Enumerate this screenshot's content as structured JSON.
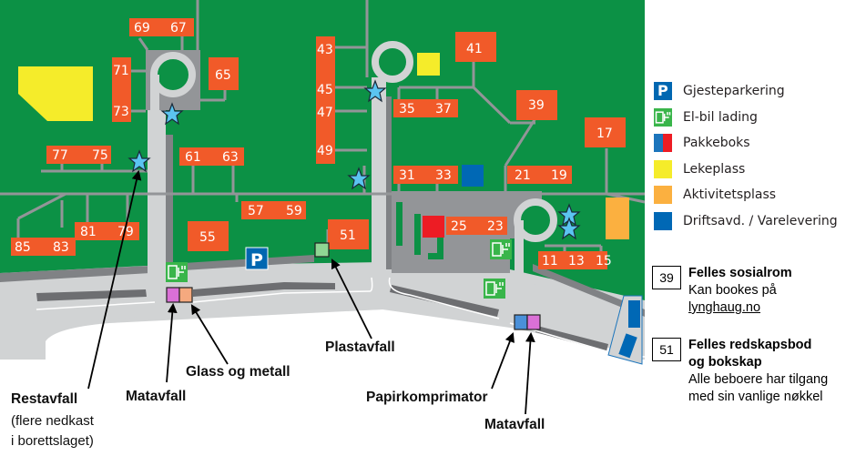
{
  "colors": {
    "grass": "#0c9145",
    "building": "#f15a29",
    "path": "#939598",
    "road_light": "#d1d3d4",
    "road_dark": "#808285",
    "playground": "#f5ec2a",
    "activity": "#fbb040",
    "service": "#0068b5",
    "parcel_blue": "#1c75bc",
    "parcel_red": "#ed1c24",
    "parking": "#0067b1",
    "charging": "#39b54a",
    "star": "#5bc4f1",
    "food_waste": "#da70d6",
    "glass_metal": "#f5a97f",
    "plastic": "#8fd694",
    "paper": "#4a90d9"
  },
  "buildings": [
    {
      "id": "69-67",
      "labels": [
        "69",
        "67"
      ]
    },
    {
      "id": "71-73",
      "labels": [
        "71",
        "73"
      ]
    },
    {
      "id": "65",
      "labels": [
        "65"
      ]
    },
    {
      "id": "77-75",
      "labels": [
        "77",
        "75"
      ]
    },
    {
      "id": "61-63",
      "labels": [
        "61",
        "63"
      ]
    },
    {
      "id": "81-79",
      "labels": [
        "81",
        "79"
      ]
    },
    {
      "id": "85-83",
      "labels": [
        "85",
        "83"
      ]
    },
    {
      "id": "55",
      "labels": [
        "55"
      ]
    },
    {
      "id": "57-59",
      "labels": [
        "57",
        "59"
      ]
    },
    {
      "id": "51",
      "labels": [
        "51"
      ]
    },
    {
      "id": "43-49",
      "labels": [
        "43",
        "45",
        "47",
        "49"
      ]
    },
    {
      "id": "41",
      "labels": [
        "41"
      ]
    },
    {
      "id": "35-37",
      "labels": [
        "35",
        "37"
      ]
    },
    {
      "id": "39",
      "labels": [
        "39"
      ]
    },
    {
      "id": "31-33",
      "labels": [
        "31",
        "33"
      ]
    },
    {
      "id": "21-19",
      "labels": [
        "21",
        "19"
      ]
    },
    {
      "id": "17",
      "labels": [
        "17"
      ]
    },
    {
      "id": "25-23",
      "labels": [
        "25",
        "23"
      ]
    },
    {
      "id": "11-15",
      "labels": [
        "11",
        "13",
        "15"
      ]
    }
  ],
  "legend": {
    "items": [
      {
        "key": "guest-parking",
        "icon": "parking-icon",
        "label": "Gjesteparkering"
      },
      {
        "key": "ev-charging",
        "icon": "ev-charger-icon",
        "label": "El-bil lading"
      },
      {
        "key": "parcel-box",
        "icon": "parcel-box-icon",
        "label": "Pakkeboks"
      },
      {
        "key": "playground",
        "icon": "playground-swatch-icon",
        "label": "Lekeplass"
      },
      {
        "key": "activity-area",
        "icon": "activity-swatch-icon",
        "label": "Aktivitetsplass"
      },
      {
        "key": "operations",
        "icon": "operations-swatch-icon",
        "label": "Driftsavd. / Varelevering"
      }
    ]
  },
  "info_boxes": [
    {
      "number": "39",
      "title": "Felles sosialrom",
      "lines": [
        "Kan bookes på"
      ],
      "link": "lynghaug.no"
    },
    {
      "number": "51",
      "title_lines": [
        "Felles redskapsbod",
        "og bokskap"
      ],
      "lines": [
        "Alle beboere har tilgang",
        "med sin vanlige nøkkel"
      ]
    }
  ],
  "callouts": {
    "restavfall": {
      "title": "Restavfall",
      "sub": [
        "(flere nedkast",
        "i borettslaget)"
      ]
    },
    "matavfall_1": "Matavfall",
    "glass_metall": "Glass og metall",
    "plastavfall": "Plastavfall",
    "papirkomprimator": "Papirkomprimator",
    "matavfall_2": "Matavfall"
  },
  "parking_glyph": "P"
}
